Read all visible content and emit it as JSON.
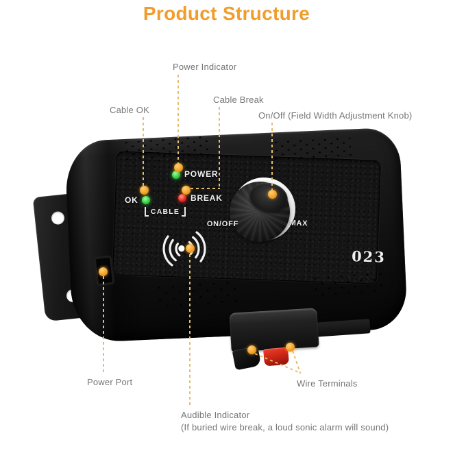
{
  "title": "Product Structure",
  "colors": {
    "title_orange": "#F09D2B",
    "leader_line": "#E4BD6E",
    "callout_dot": "#F2A226",
    "led_green": "#35D044",
    "led_red": "#E8281E",
    "label_gray": "#757575",
    "device_body": "#151515",
    "terminal_red": "#CF2616"
  },
  "callouts": [
    {
      "id": "power-indicator",
      "label": "Power Indicator"
    },
    {
      "id": "cable-break",
      "label": "Cable Break"
    },
    {
      "id": "cable-ok",
      "label": "Cable OK"
    },
    {
      "id": "onoff-knob",
      "label": "On/Off (Field Width Adjustment Knob)"
    },
    {
      "id": "power-port",
      "label": "Power Port"
    },
    {
      "id": "wire-terminals",
      "label": "Wire Terminals"
    },
    {
      "id": "audible-indicator",
      "label": "Audible Indicator",
      "sublabel": "(If buried wire break, a loud sonic alarm will sound)"
    }
  ],
  "device": {
    "model_number": "023",
    "panel_markings": {
      "power": "POWER",
      "ok": "OK",
      "break": "BREAK",
      "cable": "CABLE",
      "onoff": "ON/OFF",
      "max": "MAX"
    }
  }
}
